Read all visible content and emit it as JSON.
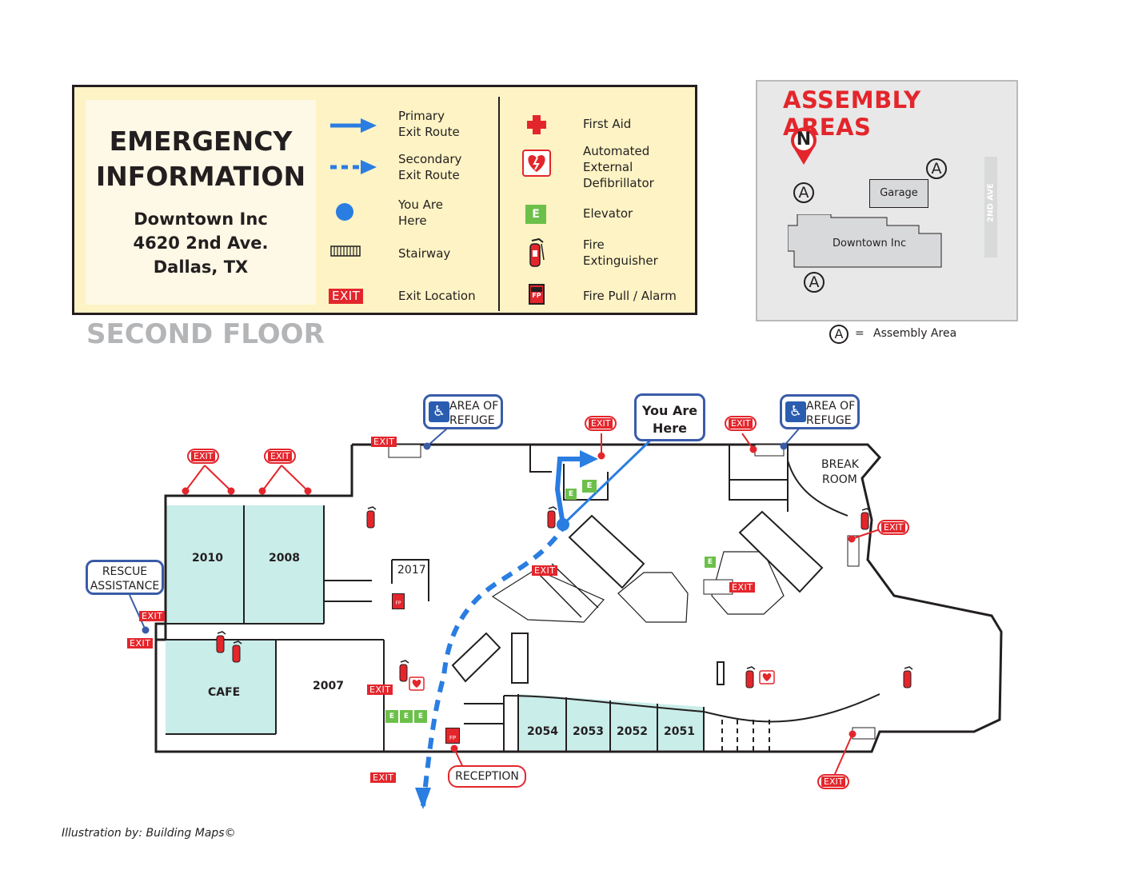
{
  "legend": {
    "title_line1": "EMERGENCY",
    "title_line2": "INFORMATION",
    "address_line1": "Downtown Inc",
    "address_line2": "4620 2nd Ave.",
    "address_line3": "Dallas, TX",
    "primary_exit_route": [
      "Primary",
      "Exit Route"
    ],
    "secondary_exit_route": [
      "Secondary",
      "Exit Route"
    ],
    "you_are_here": [
      "You Are",
      "Here"
    ],
    "stairway": "Stairway",
    "exit_location": "Exit Location",
    "exit_icon_label": "EXIT",
    "first_aid": "First Aid",
    "aed": [
      "Automated",
      "External",
      "Defibrillator"
    ],
    "elevator": "Elevator",
    "elevator_icon_label": "E",
    "fire_extinguisher": [
      "Fire",
      "Extinguisher"
    ],
    "fire_pull": "Fire Pull / Alarm",
    "fire_pull_icon_label": "FP"
  },
  "assembly": {
    "title": "ASSEMBLY AREAS",
    "north": "N",
    "marker": "A",
    "garage": "Garage",
    "building": "Downtown Inc",
    "street": "2ND AVE",
    "key_equals": "=",
    "key_label": "Assembly Area"
  },
  "floor": {
    "label": "SECOND FLOOR",
    "rooms": {
      "r2010": "2010",
      "r2008": "2008",
      "r2017": "2017",
      "cafe": "CAFE",
      "r2007": "2007",
      "r2054": "2054",
      "r2053": "2053",
      "r2052": "2052",
      "r2051": "2051",
      "break_room": [
        "BREAK",
        "ROOM"
      ]
    },
    "callouts": {
      "you_are_here": [
        "You Are",
        "Here"
      ],
      "area_of_refuge": [
        "AREA OF",
        "REFUGE"
      ],
      "rescue_assistance": [
        "RESCUE",
        "ASSISTANCE"
      ],
      "reception": "RECEPTION"
    },
    "exit_label": "EXIT",
    "elevator_label": "E",
    "fire_pull_label": "FP"
  },
  "footer": "Illustration by:  Building Maps©",
  "colors": {
    "exit_red": "#e3262c",
    "route_blue": "#2a7de1",
    "room_fill": "#c9ede9",
    "legend_bg": "#fdf3c4",
    "elevator_green": "#6cc04a",
    "callout_border": "#3a5ca8"
  }
}
